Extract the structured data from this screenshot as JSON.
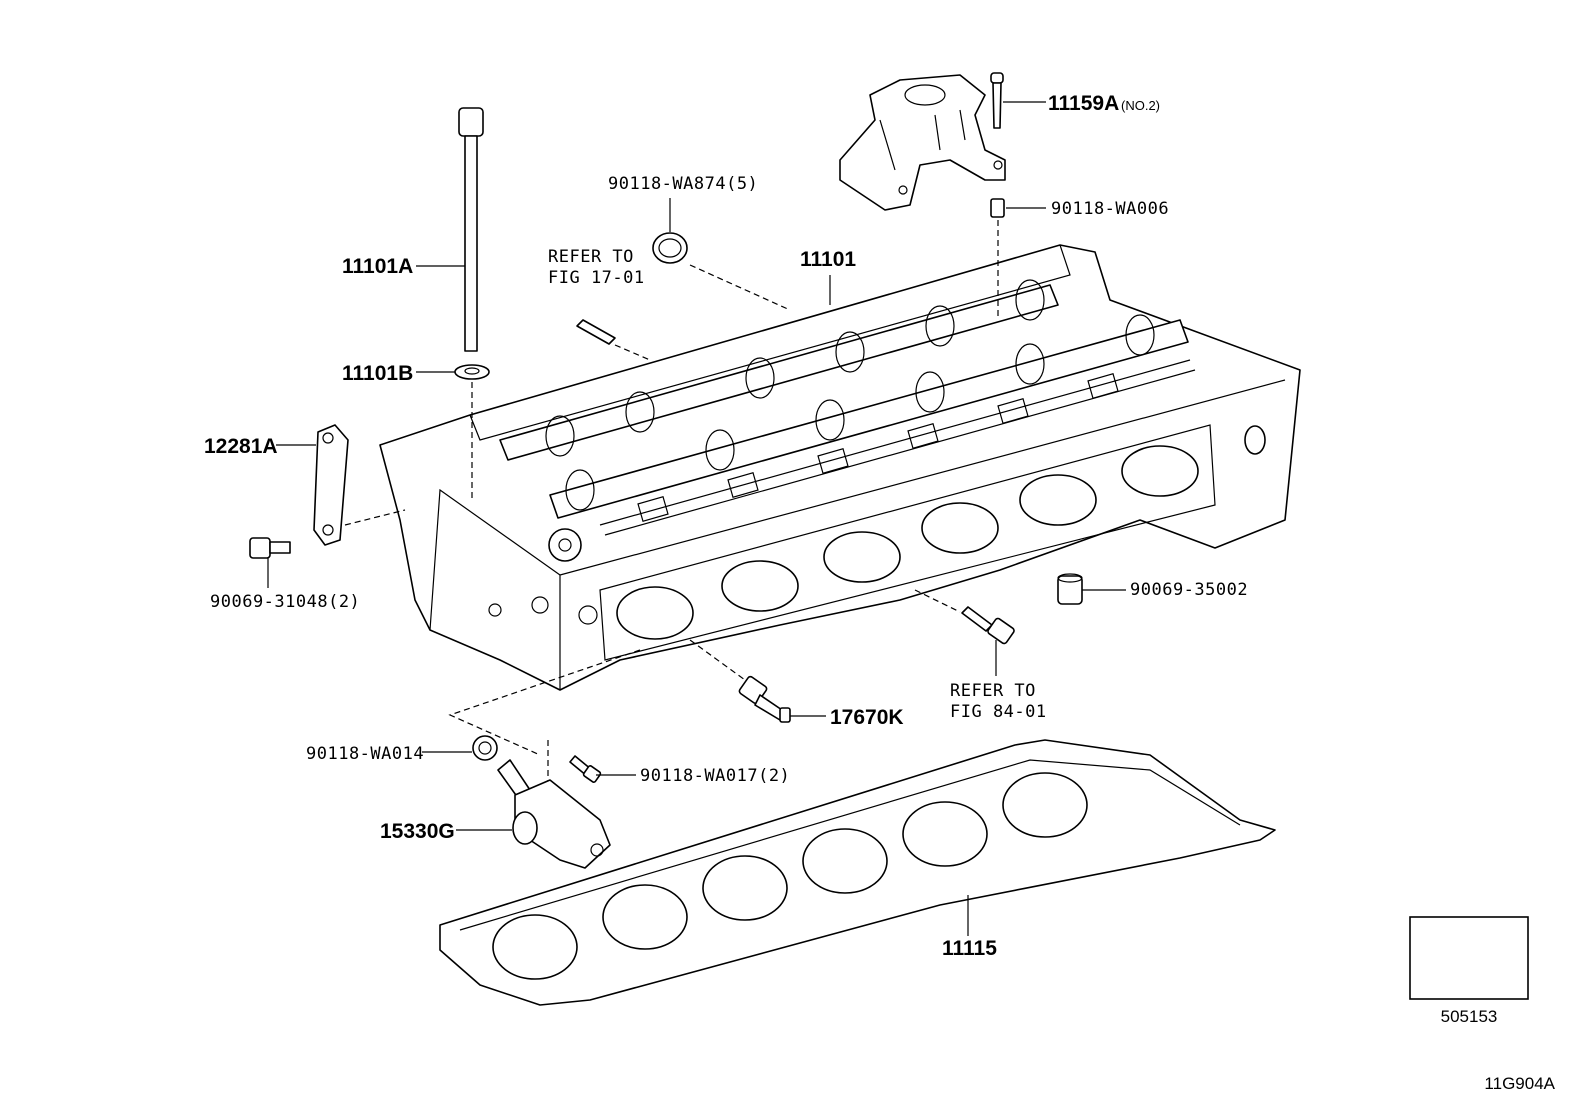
{
  "callouts": {
    "p11159A": "11159A",
    "p11159A_note": "(NO.2)",
    "p90118_WA874": "90118-WA874(5)",
    "p90118_WA006": "90118-WA006",
    "refer_17_line1": "REFER TO",
    "refer_17_line2": "FIG 17-01",
    "p11101": "11101",
    "p11101A": "11101A",
    "p11101B": "11101B",
    "p12281A": "12281A",
    "p90069_31048": "90069-31048(2)",
    "p90069_35002": "90069-35002",
    "refer_84_line1": "REFER TO",
    "refer_84_line2": "FIG 84-01",
    "p17670K": "17670K",
    "p90118_WA014": "90118-WA014",
    "p90118_WA017": "90118-WA017(2)",
    "p15330G": "15330G",
    "p11115": "11115"
  },
  "reference_box": {
    "code": "505153"
  },
  "figure_code": "11G904A"
}
